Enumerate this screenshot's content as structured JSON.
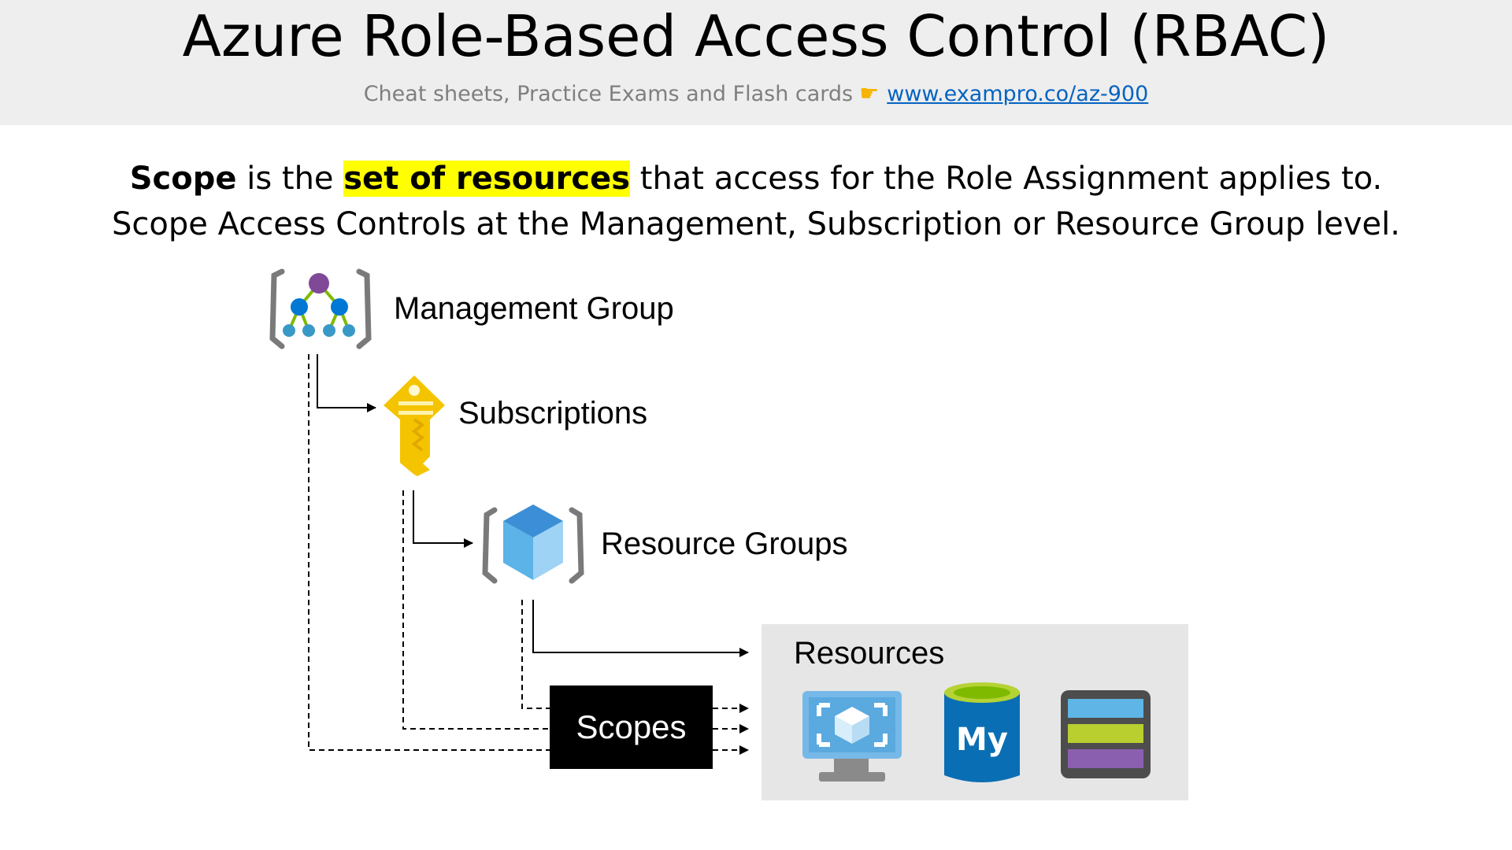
{
  "header": {
    "title": "Azure Role-Based Access Control (RBAC)",
    "subtitle_text": "Cheat sheets, Practice Exams and Flash cards",
    "subtitle_link": "www.exampro.co/az-900",
    "hand_icon": "pointing-hand-icon"
  },
  "description": {
    "line1_bold": "Scope",
    "line1_mid": " is the ",
    "line1_highlight": "set of resources",
    "line1_end": " that access for the Role Assignment applies to.",
    "line2": "Scope Access Controls at the Management, Subscription or Resource Group level."
  },
  "diagram": {
    "management_group": "Management Group",
    "subscriptions": "Subscriptions",
    "resource_groups": "Resource Groups",
    "resources": "Resources",
    "scopes": "Scopes"
  },
  "icons": {
    "management_group": "management-group-icon",
    "subscription": "subscription-key-icon",
    "resource_group": "resource-group-icon",
    "virtual_machine": "virtual-machine-icon",
    "mysql": "mysql-database-icon",
    "storage": "storage-account-icon"
  },
  "colors": {
    "highlight": "#ffff00",
    "link": "#0563c1",
    "azure_blue": "#0078d4",
    "key_yellow": "#f5c400"
  }
}
